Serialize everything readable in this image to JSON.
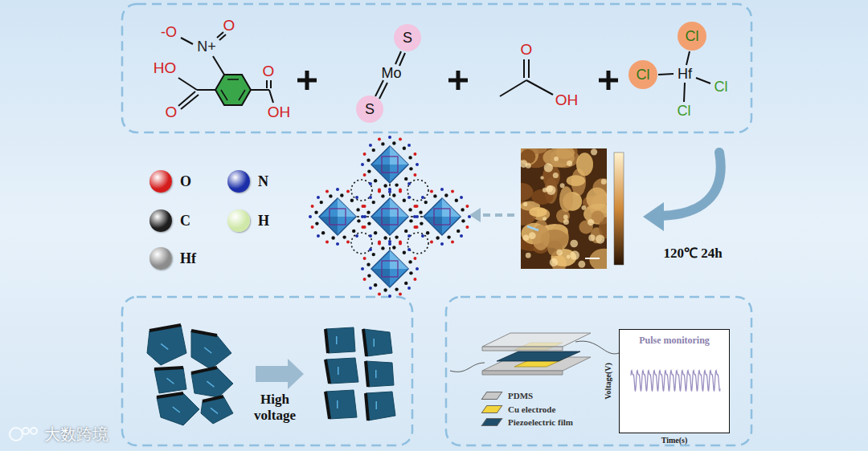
{
  "diagram": {
    "nodes": [
      {
        "text": [
          "S"
        ]
      },
      {
        "text": [
          "S"
        ]
      },
      {
        "text": [
          "Cl"
        ]
      },
      {
        "text": [
          "Cl"
        ]
      },
      {
        "text": [
          "Pulse monitoring"
        ]
      }
    ],
    "labels": [
      "-O",
      "O",
      "N+",
      "HO",
      "O",
      "O",
      "OH",
      "Mo",
      "O",
      "OH",
      "Hf",
      "Cl",
      "Cl",
      "120℃ 24h",
      "High voltage",
      "Voltage(V)",
      "Time(s)",
      "大数跨境"
    ],
    "legend": [
      {
        "text": "O",
        "color": "#d41c1c"
      },
      {
        "text": "N",
        "color": "#1c2fa8"
      },
      {
        "text": "C",
        "color": "#1e1e1e"
      },
      {
        "text": "H",
        "color": "#cfe8a8"
      },
      {
        "text": "Hf",
        "color": "#8c8c8c"
      },
      {
        "text": "PDMS",
        "color": "#c8c8c8"
      },
      {
        "text": "Cu electrode",
        "color": "#f2d43d"
      },
      {
        "text": "Piezoelectric film",
        "color": "#1f4e6b"
      }
    ]
  }
}
